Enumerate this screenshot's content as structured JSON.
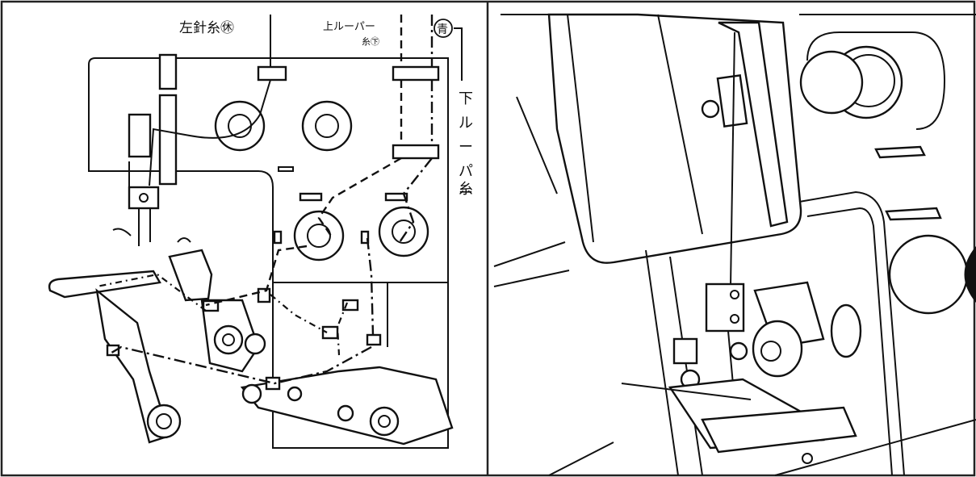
{
  "left_panel": {
    "label_left_needle": "左針糸㊡",
    "label_upper_looper_line1": "上ルーパー",
    "label_upper_looper_line2": "糸㊦",
    "label_blue": "青",
    "label_lower_looper": "下ルーパー糸"
  },
  "colors": {
    "line": "#111111",
    "background": "#ffffff",
    "border": "#222222"
  }
}
